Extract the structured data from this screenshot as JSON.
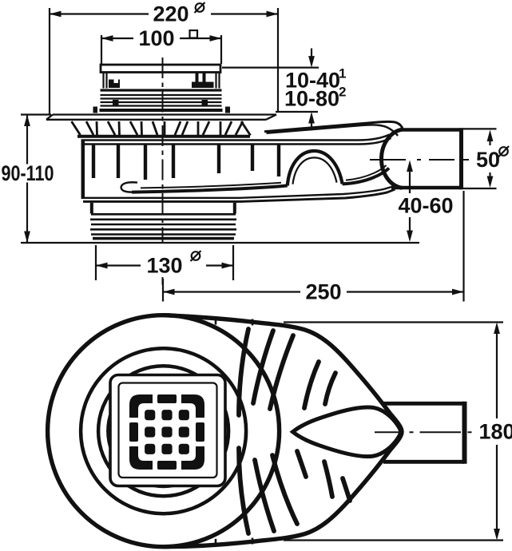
{
  "title": "Floor drain technical drawing",
  "colors": {
    "ink": "#111111",
    "paper": "#ffffff"
  },
  "views": {
    "side_section": "side sectional view with grate, flange, trap body, threaded outlet and horizontal outlet pipe",
    "plan": "plan view with round body, square grate and side outlet"
  },
  "dimensions": {
    "d220": {
      "value": "220",
      "symbol": "diameter"
    },
    "d100": {
      "value": "100",
      "symbol": "square"
    },
    "d10_40": {
      "value": "10-40",
      "sup": "1"
    },
    "d10_80": {
      "value": "10-80",
      "sup": "2"
    },
    "d90_110": {
      "value": "90-110"
    },
    "d50": {
      "value": "50",
      "symbol": "diameter"
    },
    "d40_60": {
      "value": "40-60"
    },
    "d130": {
      "value": "130",
      "symbol": "diameter"
    },
    "d250": {
      "value": "250"
    },
    "d180": {
      "value": "180"
    }
  }
}
